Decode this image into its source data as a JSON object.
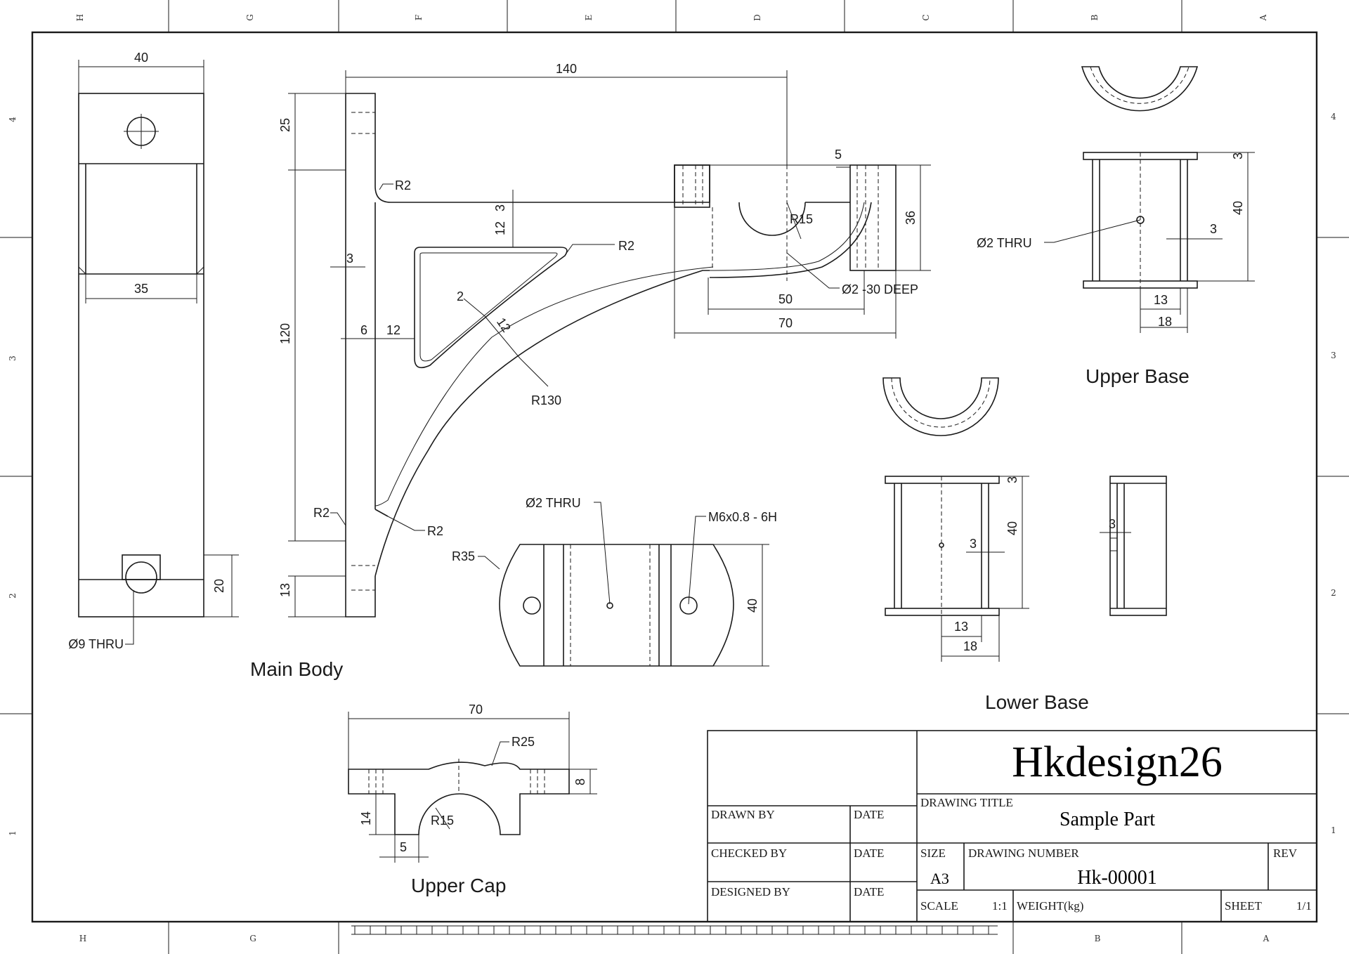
{
  "zones": {
    "top": [
      "H",
      "G",
      "F",
      "E",
      "D",
      "C",
      "B",
      "A"
    ],
    "bottom": [
      "H",
      "G",
      "B",
      "A"
    ],
    "left": [
      "4",
      "3",
      "2",
      "1"
    ],
    "right": [
      "4",
      "3",
      "2",
      "1"
    ]
  },
  "views": {
    "main_body": "Main Body",
    "upper_base": "Upper Base",
    "lower_base": "Lower Base",
    "upper_cap": "Upper Cap"
  },
  "dims": {
    "d40_top": "40",
    "d35": "35",
    "d20": "20",
    "hole9": "Ø9 THRU",
    "d140": "140",
    "d25": "25",
    "d120": "120",
    "d13_left": "13",
    "r2_a": "R2",
    "r2_b": "R2",
    "r2_c": "R2",
    "r2_d": "R2",
    "d3_a": "3",
    "d12_a": "12",
    "d3_b": "3",
    "d6": "6",
    "d12_b": "12",
    "d2": "2",
    "d12_c": "12",
    "r130": "R130",
    "d5_a": "5",
    "r15_a": "R15",
    "d36": "36",
    "deep": "Ø2 -30 DEEP",
    "d50": "50",
    "d70_a": "70",
    "r35": "R35",
    "thru2_a": "Ø2 THRU",
    "m6": "M6x0.8 - 6H",
    "d40_b": "40",
    "thru2_b": "Ø2 THRU",
    "d3_c": "3",
    "d40_c": "40",
    "d3_d": "3",
    "d13_a": "13",
    "d18_a": "18",
    "d3_e": "3",
    "d40_d": "40",
    "d3_f": "3",
    "d13_b": "13",
    "d18_b": "18",
    "d3_g": "3",
    "d70_b": "70",
    "r25": "R25",
    "d8": "8",
    "d14": "14",
    "r15_b": "R15",
    "d5_b": "5"
  },
  "title_block": {
    "company": "Hkdesign26",
    "drawing_title_label": "DRAWING TITLE",
    "drawing_title": "Sample Part",
    "drawn_by": "DRAWN BY",
    "checked_by": "CHECKED BY",
    "designed_by": "DESIGNED BY",
    "date1": "DATE",
    "date2": "DATE",
    "date3": "DATE",
    "size_label": "SIZE",
    "size": "A3",
    "drawing_number_label": "DRAWING NUMBER",
    "drawing_number": "Hk-00001",
    "rev_label": "REV",
    "scale_label": "SCALE",
    "scale": "1:1",
    "weight_label": "WEIGHT(kg)",
    "sheet_label": "SHEET",
    "sheet": "1/1"
  }
}
